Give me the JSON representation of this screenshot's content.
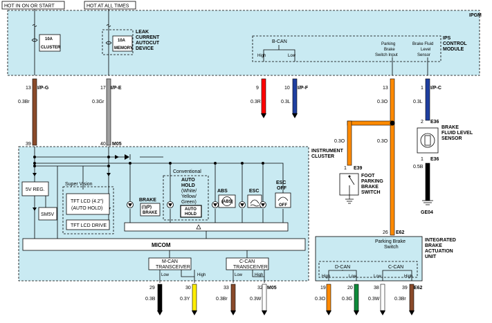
{
  "power": {
    "hot_in_on_or_start": "HOT IN ON OR START",
    "hot_at_all_times": "HOT AT ALL TIMES"
  },
  "ipgm": {
    "label": "IPGM",
    "module_label_1": "IPS",
    "module_label_2": "CONTROL",
    "module_label_3": "MODULE",
    "fuse_cluster_amp": "10A",
    "fuse_cluster_name": "CLUSTER",
    "fuse_memory_amp": "10A",
    "fuse_memory_name": "MEMORY",
    "leak_1": "LEAK",
    "leak_2": "CURRENT",
    "leak_3": "AUTOCUT",
    "leak_4": "DEVICE",
    "bcan": "B-CAN",
    "bcan_high": "High",
    "bcan_low": "Low",
    "pb_input_1": "Parking",
    "pb_input_2": "Brake",
    "pb_input_3": "Switch Input",
    "bf_level_1": "Brake Fluid",
    "bf_level_2": "Level",
    "bf_level_3": "Sensor"
  },
  "pins": {
    "p13": "13",
    "p13_conn": "I/P-G",
    "p13_wire": "0.3Br",
    "p17": "17",
    "p17_conn": "I/P-E",
    "p17_wire": "0.3Gr",
    "p9": "9",
    "p9_wire": "0.3R",
    "p10": "10",
    "p10_conn": "I/P-F",
    "p10_wire": "0.3L",
    "p13b": "13",
    "p13b_wire": "0.3O",
    "p1": "1",
    "p1_conn": "I/P-C",
    "p1_wire": "0.3L",
    "splice_wire": "0.3O",
    "down_wire": "0.3O",
    "p39": "39",
    "p40": "40",
    "m05": "M05",
    "e39_pin": "1",
    "e39": "E39",
    "e36_pin2": "2",
    "e36_top": "E36",
    "e36_pin1": "1",
    "e36_bot": "E36",
    "e36_wire": "0.5B",
    "ge04": "GE04",
    "p26": "26",
    "e62": "E62"
  },
  "cluster": {
    "label_1": "INSTRUMENT",
    "label_2": "CLUSTER",
    "reg": "5V REG.",
    "sm5v": "SM5V",
    "super_vision": "Super Vision",
    "tft_1": "TFT LCD (4.2\")",
    "tft_2": "(AUTO HOLD)",
    "tft_drive": "TFT LCD DRIVE",
    "brake": "BRAKE",
    "brake_icon_1": "(!)(P)",
    "brake_icon_2": "BRAKE",
    "conventional": "Conventional",
    "autohold_1": "AUTO",
    "autohold_2": "HOLD",
    "autohold_3": "(White/",
    "autohold_4": "Yellow/",
    "autohold_5": "Green)",
    "autohold_icon_1": "AUTO",
    "autohold_icon_2": "HOLD",
    "abs": "ABS",
    "abs_icon": "(ABS)",
    "esc": "ESC",
    "escoff_1": "ESC",
    "escoff_2": "OFF",
    "escoff_icon": "OFF",
    "micom": "MICOM",
    "mcan_1": "M-CAN",
    "mcan_2": "TRANSCEIVER",
    "ccan_1": "C-CAN",
    "ccan_2": "TRANSCEIVER",
    "low": "Low",
    "high": "High",
    "low2": "Low",
    "high2": "High"
  },
  "cluster_bottom": {
    "p29": "29",
    "p29_wire": "0.3B",
    "p30": "30",
    "p30_wire": "0.3Y",
    "p33": "33",
    "p33_wire": "0.3Br",
    "p32": "32",
    "p32_wire": "0.3W",
    "m05": "M05"
  },
  "foot_switch": {
    "l1": "FOOT",
    "l2": "PARKING",
    "l3": "BRAKE",
    "l4": "SWITCH"
  },
  "bf_sensor": {
    "l1": "BRAKE",
    "l2": "FLUID LEVEL",
    "l3": "SENSOR"
  },
  "ibau": {
    "l1": "INTEGRATED",
    "l2": "BRAKE",
    "l3": "ACTUATION",
    "l4": "UNIT",
    "pb_1": "Parking Brake",
    "pb_2": "Switch",
    "dcan": "D-CAN",
    "ccan": "C-CAN",
    "high": "High",
    "low": "Low",
    "low2": "Low",
    "high2": "High",
    "p19": "19",
    "p19_wire": "0.3O",
    "p20": "20",
    "p20_wire": "0.3G",
    "p38": "38",
    "p38_wire": "0.3W",
    "p39": "39",
    "p39_wire": "0.3Br",
    "e62": "E62"
  },
  "colors": {
    "panel": "#c9eaf2",
    "brown": "#8a4a2a",
    "gray": "#a0a0a0",
    "red": "#ff0000",
    "blue": "#1f3fa0",
    "orange": "#ff8a00",
    "black": "#000000",
    "yellow": "#ffee00",
    "green": "#0e8a3a",
    "white": "#ffffff"
  }
}
